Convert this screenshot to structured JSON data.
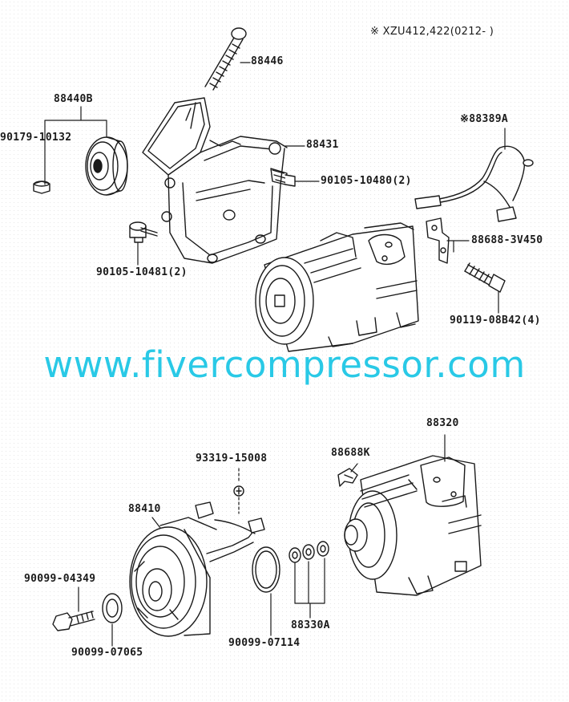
{
  "header_note": "※ XZU412,422(0212-         )",
  "watermark": "www.fivercompressor.com",
  "colors": {
    "ink": "#1a1a1a",
    "watermark": "#29c9e6",
    "background": "#ffffff"
  },
  "labels": {
    "p88446": "88446",
    "p88440B": "88440B",
    "p90179_10132": "90179-10132",
    "p88431": "88431",
    "p90105_10480": "90105-10480(2)",
    "p88389A": "※88389A",
    "p88688_3V450": "88688-3V450",
    "p90105_10481": "90105-10481(2)",
    "p90119_08B42": "90119-08B42(4)",
    "p88320": "88320",
    "p93319_15008": "93319-15008",
    "p88688K": "88688K",
    "p88410": "88410",
    "p90099_04349": "90099-04349",
    "p90099_07065": "90099-07065",
    "p90099_07114": "90099-07114",
    "p88330A": "88330A"
  }
}
